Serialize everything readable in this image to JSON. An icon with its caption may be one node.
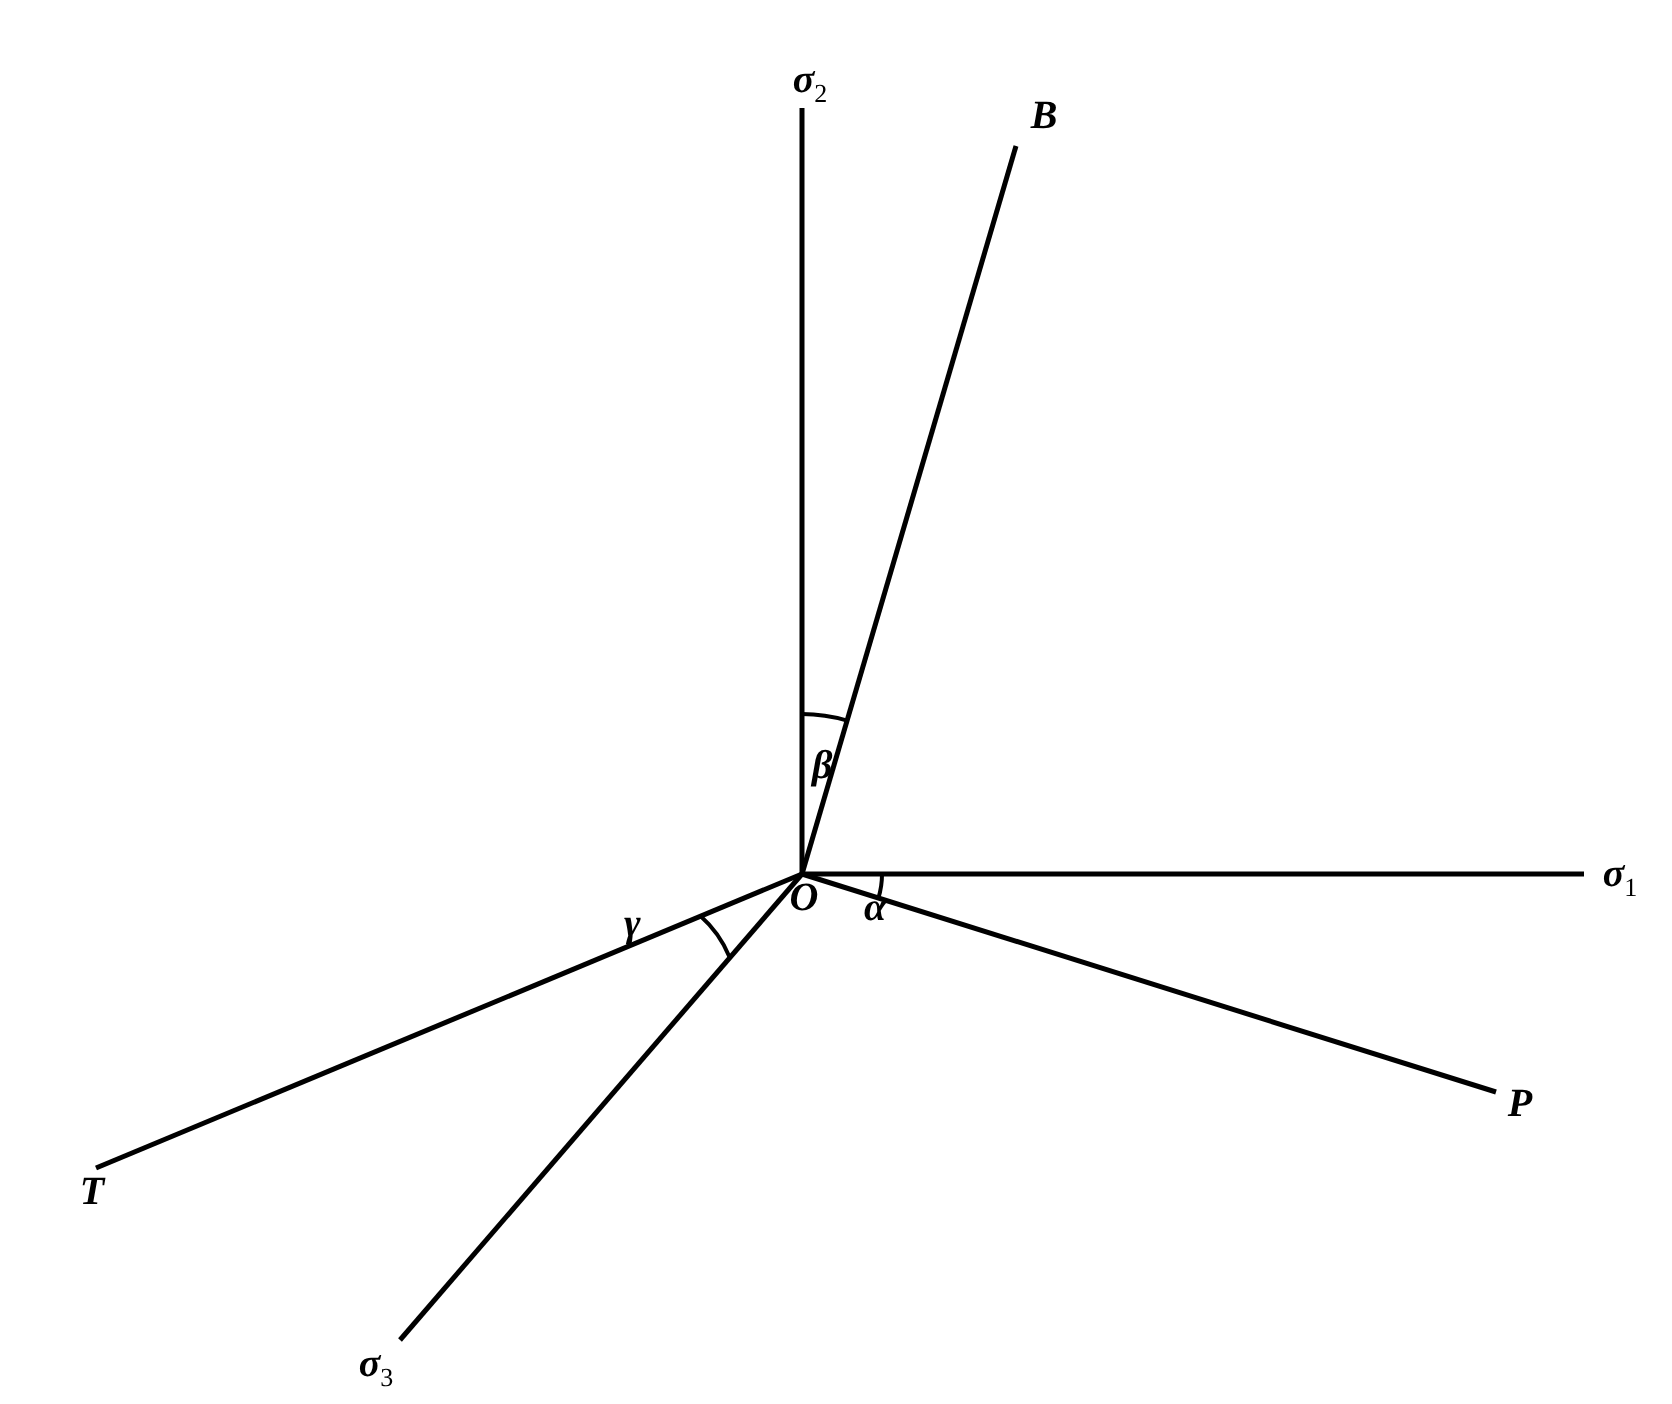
{
  "diagram": {
    "nodes": [
      {
        "text": [
          "O"
        ]
      },
      {
        "text": [
          "σ$_{2}$"
        ]
      },
      {
        "text": [
          "B"
        ]
      },
      {
        "text": [
          "σ$_{1}$"
        ]
      },
      {
        "text": [
          "P"
        ]
      },
      {
        "text": [
          "T"
        ]
      },
      {
        "text": [
          "σ$_{3}$"
        ]
      }
    ],
    "edges": [
      {
        "from": 0,
        "to": 1,
        "arrow": "none"
      },
      {
        "from": 0,
        "to": 2,
        "arrow": "none"
      },
      {
        "from": 0,
        "to": 3,
        "arrow": "none"
      },
      {
        "from": 0,
        "to": 4,
        "arrow": "none"
      },
      {
        "from": 0,
        "to": 5,
        "arrow": "none"
      },
      {
        "from": 0,
        "to": 6,
        "arrow": "none"
      }
    ],
    "labels": [
      "β",
      "α",
      "γ"
    ]
  }
}
